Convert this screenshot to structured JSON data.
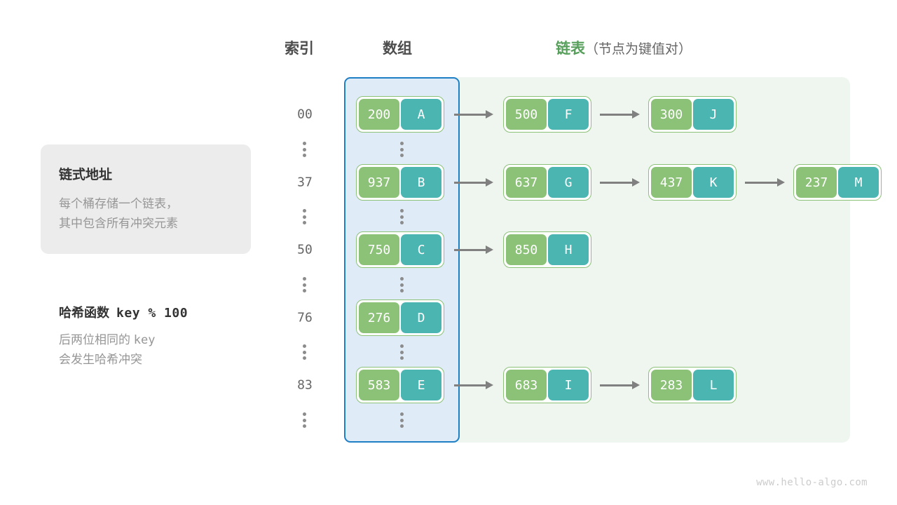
{
  "headers": {
    "index": "索引",
    "array": "数组",
    "list_highlight": "链表",
    "list_sub": "（节点为键值对）"
  },
  "info_card": {
    "title": "链式地址",
    "line1": "每个桶存储一个链表，",
    "line2": "其中包含所有冲突元素"
  },
  "note": {
    "title_label": "哈希函数",
    "title_expr": "key % 100",
    "line1_prefix": "后两位相同的",
    "line1_mono": "key",
    "line2": "会发生哈希冲突"
  },
  "colors": {
    "key_box": "#8cc178",
    "value_box": "#4bb5b2",
    "array_panel_fill": "#dfecf8",
    "array_panel_border": "#1f7fc4",
    "list_panel_fill": "#eff6ef",
    "arrow": "#808080",
    "header_accent": "#57a05c",
    "index_text": "#666666"
  },
  "rows": [
    {
      "index": "00",
      "nodes": [
        {
          "key": "200",
          "value": "A"
        },
        {
          "key": "500",
          "value": "F"
        },
        {
          "key": "300",
          "value": "J"
        }
      ]
    },
    {
      "index": "37",
      "nodes": [
        {
          "key": "937",
          "value": "B"
        },
        {
          "key": "637",
          "value": "G"
        },
        {
          "key": "437",
          "value": "K"
        },
        {
          "key": "237",
          "value": "M"
        }
      ]
    },
    {
      "index": "50",
      "nodes": [
        {
          "key": "750",
          "value": "C"
        },
        {
          "key": "850",
          "value": "H"
        }
      ]
    },
    {
      "index": "76",
      "nodes": [
        {
          "key": "276",
          "value": "D"
        }
      ]
    },
    {
      "index": "83",
      "nodes": [
        {
          "key": "583",
          "value": "E"
        },
        {
          "key": "683",
          "value": "I"
        },
        {
          "key": "283",
          "value": "L"
        }
      ]
    }
  ],
  "watermark": "www.hello-algo.com"
}
